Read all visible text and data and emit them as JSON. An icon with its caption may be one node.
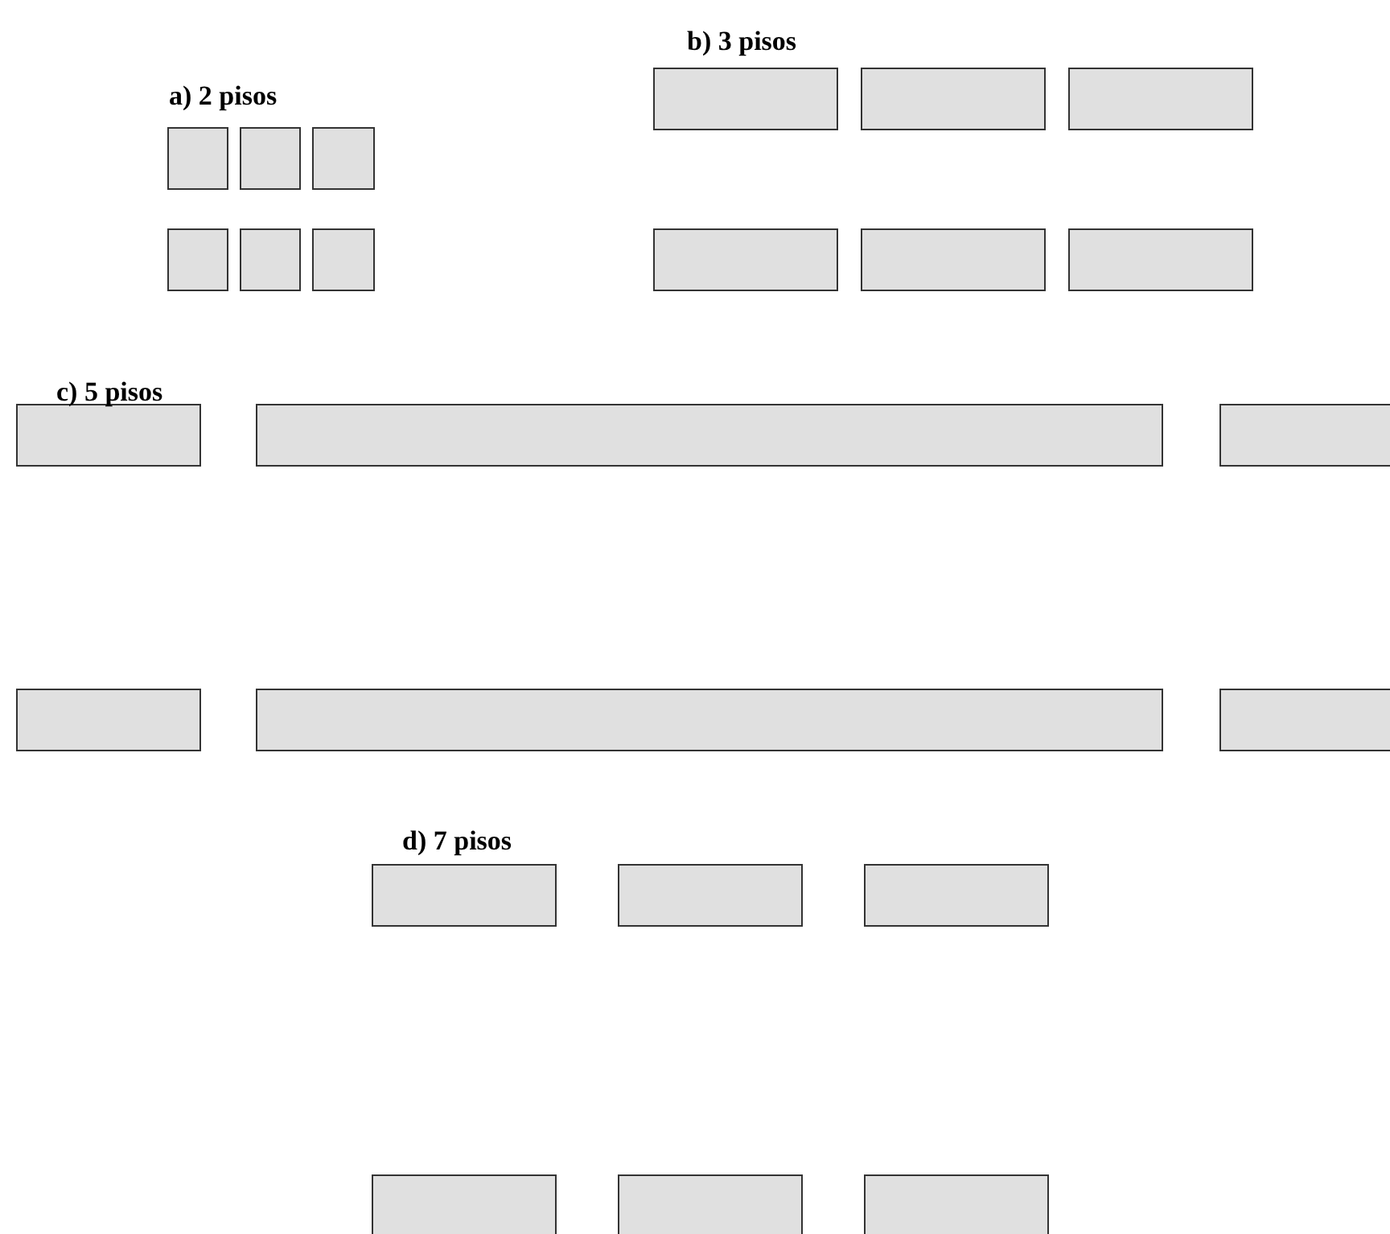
{
  "diagram": {
    "labels": [
      "b) 3 pisos",
      "a) 2 pisos",
      "c) 5 pisos",
      "d) 7 pisos"
    ]
  }
}
